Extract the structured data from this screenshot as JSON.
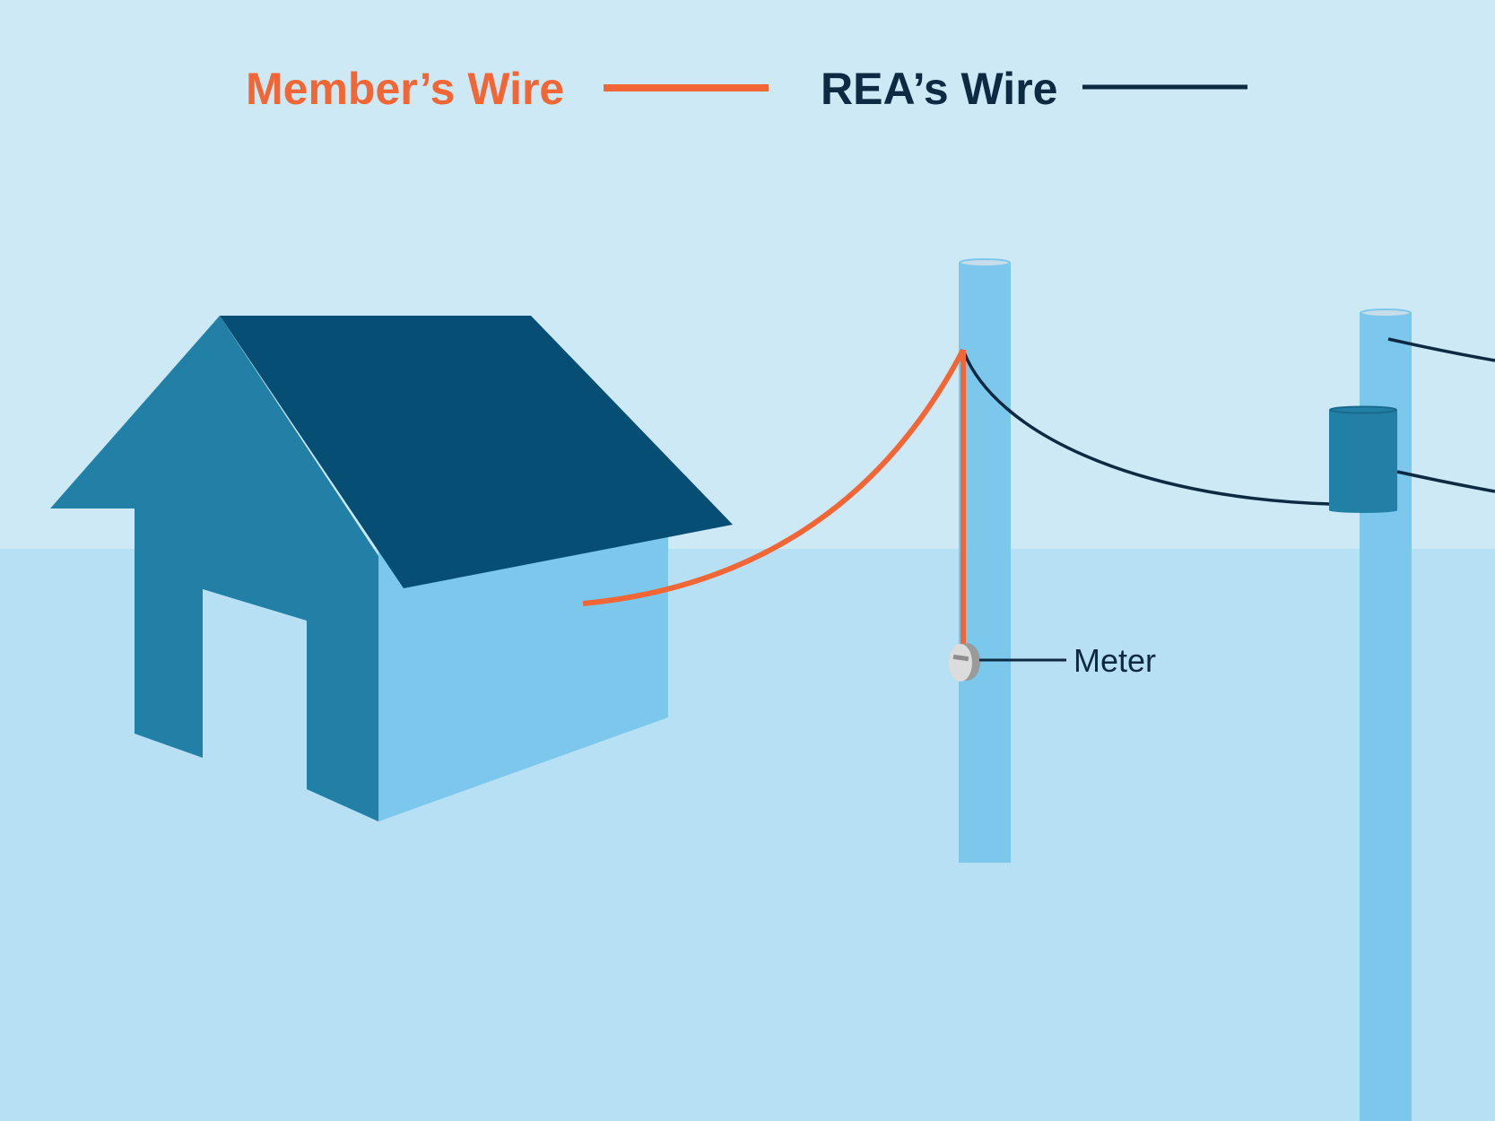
{
  "legend": {
    "member_wire_label": "Member’s Wire",
    "rea_wire_label": "REA’s Wire"
  },
  "labels": {
    "meter": "Meter"
  },
  "colors": {
    "sky": "#cde9f6",
    "ground": "#b7e0f5",
    "member_wire": "#f26535",
    "rea_wire": "#0e2a42",
    "pole": "#7bc8ec",
    "pole_top": "#c7dde9",
    "house_front": "#2280a6",
    "house_roof": "#064e74",
    "house_side": "#7bc8ec",
    "transformer": "#2280a6",
    "meter_body": "#dcdcdc"
  }
}
